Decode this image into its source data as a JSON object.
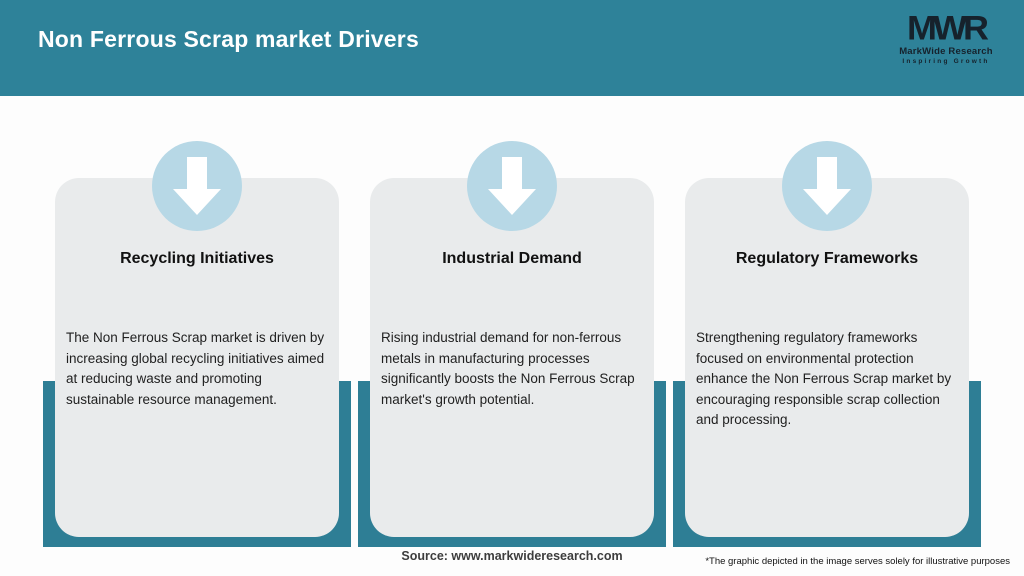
{
  "header": {
    "title": "Non Ferrous Scrap market Drivers",
    "logo": {
      "acronym": "MWR",
      "name": "MarkWide Research",
      "tagline": "Inspiring Growth"
    }
  },
  "cards": [
    {
      "icon": "down-arrow-icon",
      "title": "Recycling Initiatives",
      "body": "The Non Ferrous Scrap market is driven by increasing global recycling initiatives aimed at reducing waste and promoting sustainable resource management."
    },
    {
      "icon": "down-arrow-icon",
      "title": "Industrial Demand",
      "body": "Rising industrial demand for non-ferrous metals in manufacturing processes significantly boosts the Non Ferrous Scrap market's growth potential."
    },
    {
      "icon": "down-arrow-icon",
      "title": "Regulatory Frameworks",
      "body": "Strengthening regulatory frameworks focused on environmental protection enhance the Non Ferrous Scrap market by encouraging responsible scrap collection and processing."
    }
  ],
  "footer": {
    "source": "Source: www.markwideresearch.com",
    "disclaimer": "*The graphic depicted in the image serves solely for illustrative purposes"
  },
  "colors": {
    "header_teal": "#2E8299",
    "backing_teal": "#2E7E95",
    "card_gray": "#E9EBEC",
    "circle_blue": "#B7D8E6",
    "arrow_white": "#FFFFFF",
    "logo_dark": "#16222C"
  }
}
